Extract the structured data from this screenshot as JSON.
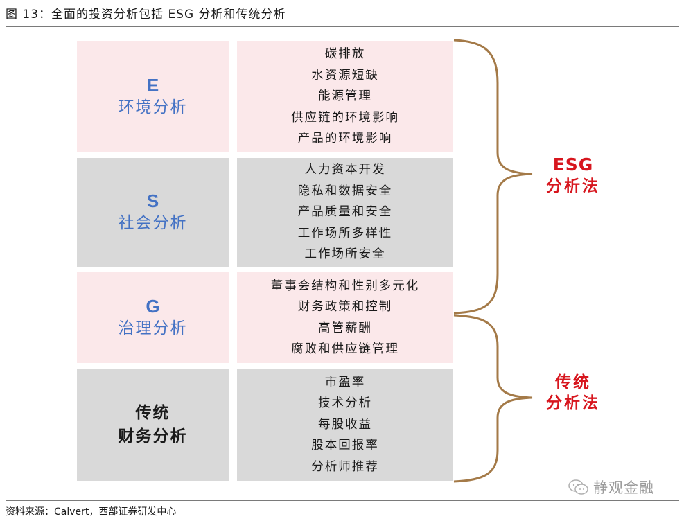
{
  "title": "图 13：全面的投资分析包括 ESG 分析和传统分析",
  "categories": [
    {
      "letter": "E",
      "name": "环境分析",
      "items": [
        "碳排放",
        "水资源短缺",
        "能源管理",
        "供应链的环境影响",
        "产品的环境影响"
      ]
    },
    {
      "letter": "S",
      "name": "社会分析",
      "items": [
        "人力资本开发",
        "隐私和数据安全",
        "产品质量和安全",
        "工作场所多样性",
        "工作场所安全"
      ]
    },
    {
      "letter": "G",
      "name": "治理分析",
      "items": [
        "董事会结构和性别多元化",
        "财务政策和控制",
        "高管薪酬",
        "腐败和供应链管理"
      ]
    },
    {
      "name_line1": "传统",
      "name_line2": "财务分析",
      "items": [
        "市盈率",
        "技术分析",
        "每股收益",
        "股本回报率",
        "分析师推荐"
      ]
    }
  ],
  "methods": {
    "esg": {
      "line1": "ESG",
      "line2": "分析法"
    },
    "traditional": {
      "line1": "传统",
      "line2": "分析法"
    }
  },
  "source": "资料来源：Calvert，西部证券研发中心",
  "watermark": "静观金融",
  "colors": {
    "pink_fill": "#fbe8ea",
    "gray_fill": "#d9d9d9",
    "category_blue": "#4472c4",
    "method_red": "#d7161e",
    "bracket_brown": "#a47a48"
  }
}
